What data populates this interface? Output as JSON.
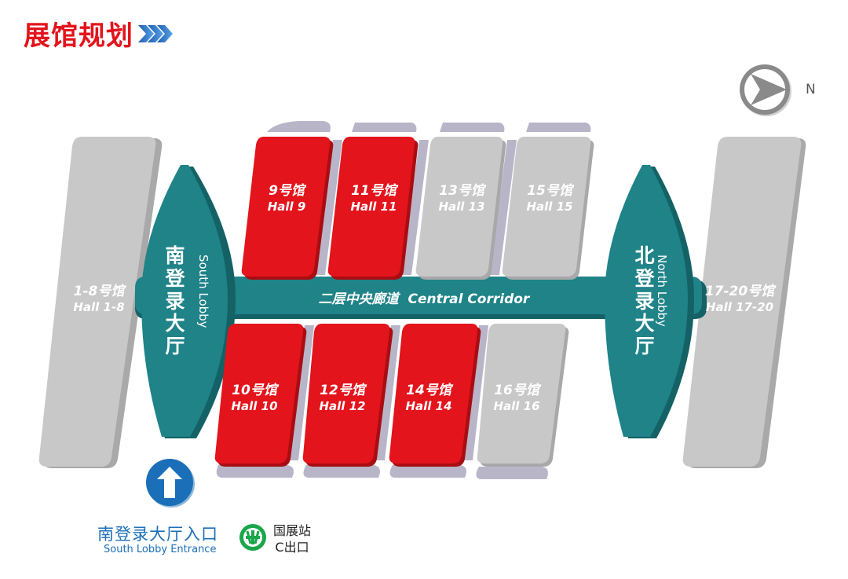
{
  "page_title": "展馆规划",
  "colors": {
    "title_red": "#e3141c",
    "hall_active": "#e3141c",
    "hall_inactive": "#c8c8c8",
    "hall_inactive_side": "#a8a8a8",
    "hall_top": "#b9b5c9",
    "lobby_teal": "#1f8388",
    "lobby_teal_dark": "#146166",
    "entrance_blue": "#1b6fb8",
    "metro_green": "#1aa64a"
  },
  "halls": [
    {
      "id": "1-8",
      "cn": "1-8号馆",
      "en": "Hall 1-8",
      "active": false
    },
    {
      "id": "9",
      "cn": "9号馆",
      "en": "Hall 9",
      "active": true
    },
    {
      "id": "10",
      "cn": "10号馆",
      "en": "Hall 10",
      "active": true
    },
    {
      "id": "11",
      "cn": "11号馆",
      "en": "Hall 11",
      "active": true
    },
    {
      "id": "12",
      "cn": "12号馆",
      "en": "Hall 12",
      "active": true
    },
    {
      "id": "13",
      "cn": "13号馆",
      "en": "Hall 13",
      "active": false
    },
    {
      "id": "14",
      "cn": "14号馆",
      "en": "Hall 14",
      "active": true
    },
    {
      "id": "15",
      "cn": "15号馆",
      "en": "Hall 15",
      "active": false
    },
    {
      "id": "16",
      "cn": "16号馆",
      "en": "Hall 16",
      "active": false
    },
    {
      "id": "17-20",
      "cn": "17-20号馆",
      "en": "Hall 17-20",
      "active": false
    }
  ],
  "corridor": {
    "cn": "二层中央廊道",
    "en": "Central Corridor"
  },
  "south_lobby": {
    "cn": "南登录大厅",
    "en": "South Lobby"
  },
  "north_lobby": {
    "cn": "北登录大厅",
    "en": "North Lobby"
  },
  "entrance": {
    "cn": "南登录大厅入口",
    "en": "South Lobby Entrance",
    "icon": "up-arrow-icon"
  },
  "metro": {
    "station": "国展站",
    "exit": "C出口",
    "icon": "shenzhen-metro-icon"
  },
  "compass": {
    "label": "N",
    "icon": "compass-arrow-icon"
  }
}
